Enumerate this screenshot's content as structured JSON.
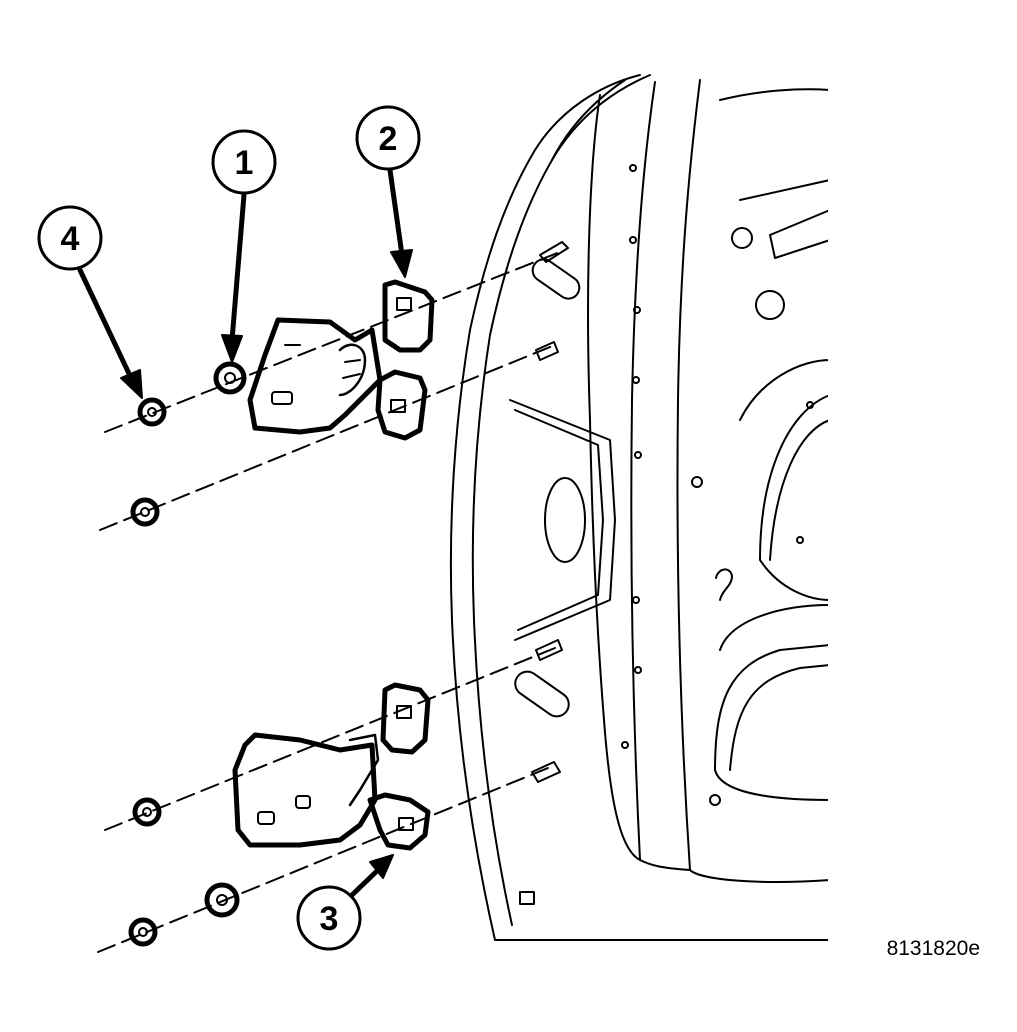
{
  "figure": {
    "id_label": "8131820e",
    "line_color": "#000000",
    "background": "#ffffff"
  },
  "callouts": [
    {
      "number": "1",
      "part": "washer"
    },
    {
      "number": "2",
      "part": "upper-hinge"
    },
    {
      "number": "3",
      "part": "lower-hinge"
    },
    {
      "number": "4",
      "part": "nut"
    }
  ]
}
